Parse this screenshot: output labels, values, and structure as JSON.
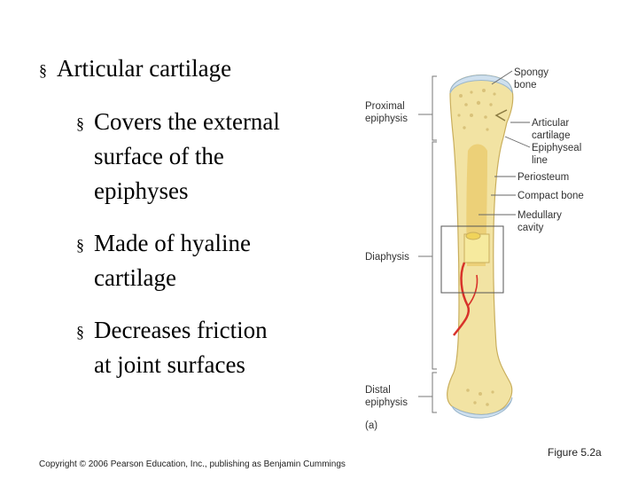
{
  "slide": {
    "heading": "Articular cartilage",
    "bullets": [
      "Covers the external\nsurface of the\nepiphyses",
      "Made of hyaline\ncartilage",
      "Decreases friction\nat joint surfaces"
    ],
    "bullet_marker": "§"
  },
  "figure": {
    "labels": {
      "spongy_bone": [
        "Spongy",
        "bone"
      ],
      "proximal_epiphysis": [
        "Proximal",
        "epiphysis"
      ],
      "articular_cartilage": [
        "Articular",
        "cartilage"
      ],
      "epiphyseal_line": [
        "Epiphyseal",
        "line"
      ],
      "periosteum": "Periosteum",
      "compact_bone": "Compact bone",
      "medullary_cavity": [
        "Medullary",
        "cavity"
      ],
      "diaphysis": "Diaphysis",
      "distal_epiphysis": [
        "Distal",
        "epiphysis"
      ],
      "panel": "(a)"
    },
    "colors": {
      "bone": "#f2e3a3",
      "bone_shadow": "#e0c877",
      "cartilage": "#cfe0ee",
      "artery": "#d8322a",
      "cavity": "#e9c96a"
    }
  },
  "footer": {
    "copyright": "Copyright © 2006 Pearson Education, Inc., publishing as Benjamin Cummings",
    "figure_ref": "Figure 5.2a"
  }
}
